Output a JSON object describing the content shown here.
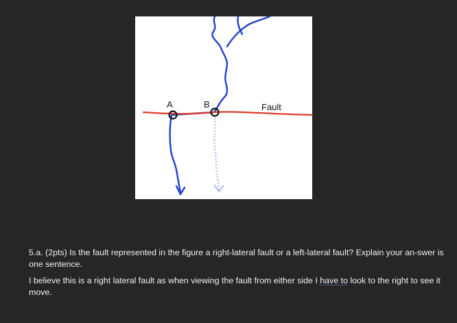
{
  "figure": {
    "label_a": "A",
    "label_b": "B",
    "label_fault": "Fault",
    "colors": {
      "fault_line": "#e23a2b",
      "stream": "#1f3fd1",
      "stream_projection": "#b9c4f2",
      "marker": "#111111",
      "background": "#ffffff"
    }
  },
  "question": {
    "text": "5.a. (2pts) Is the fault represented in the figure a right-lateral fault or a left-lateral fault? Explain your an-swer is one sentence."
  },
  "answer": {
    "before": "I believe this is a right lateral fault as when viewing the fault from either side I ",
    "flagged": "have to",
    "after": " look to the right to see it move."
  }
}
